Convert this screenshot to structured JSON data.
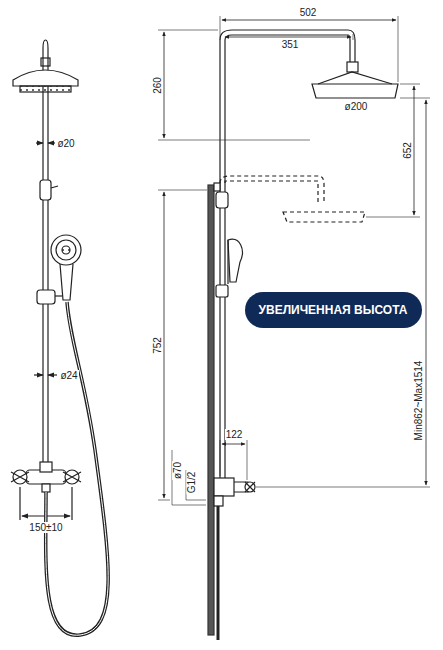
{
  "diagram": {
    "nodes": [
      {
        "text": [
          "УВЕЛИЧЕННАЯ ВЫСОТА"
        ]
      }
    ],
    "labels": [
      "502",
      "351",
      "260",
      "ø200",
      "652",
      "ø20",
      "ø24",
      "752",
      "ø70",
      "G1/2",
      "122",
      "150±10",
      "Min862~Max1514"
    ]
  }
}
